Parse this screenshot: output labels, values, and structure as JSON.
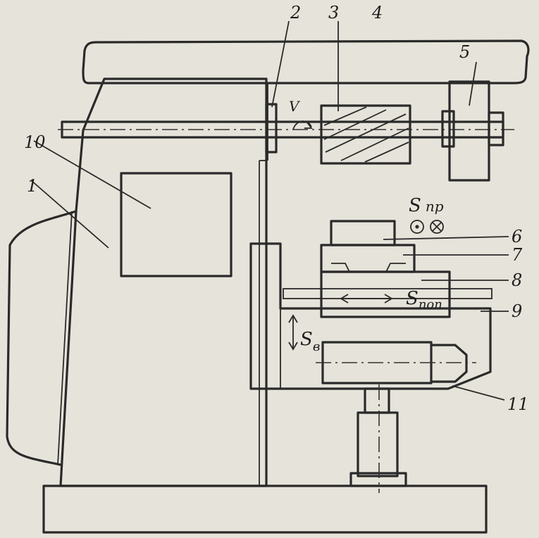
{
  "labels": {
    "l1": "1",
    "l2": "2",
    "l3": "3",
    "l4": "4",
    "l5": "5",
    "l6": "6",
    "l7": "7",
    "l8": "8",
    "l9": "9",
    "l10": "10",
    "l11": "11"
  },
  "symbols": {
    "v": "V",
    "s_pr_main": "S",
    "s_pr_sub": "пр",
    "s_pop_main": "S",
    "s_pop_sub": "поп",
    "s_v_main": "S",
    "s_v_sub": "в"
  }
}
